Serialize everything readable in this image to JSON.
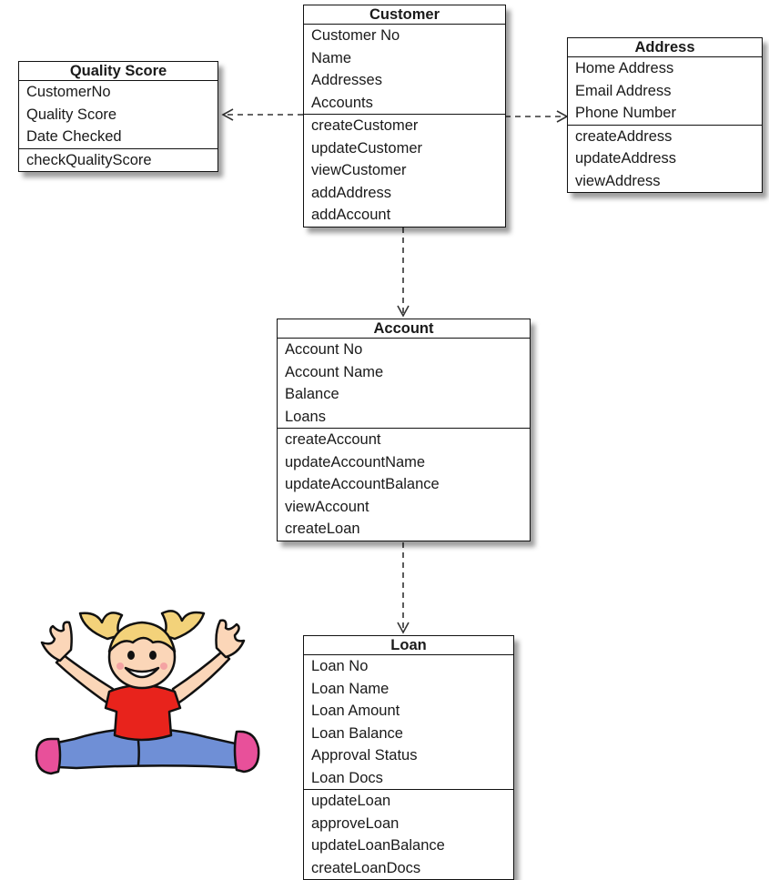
{
  "classes": {
    "customer": {
      "name": "Customer",
      "attributes": [
        "Customer No",
        "Name",
        "Addresses",
        "Accounts"
      ],
      "methods": [
        "createCustomer",
        "updateCustomer",
        "viewCustomer",
        "addAddress",
        "addAccount"
      ]
    },
    "quality_score": {
      "name": "Quality Score",
      "attributes": [
        "CustomerNo",
        "Quality Score",
        "Date Checked"
      ],
      "methods": [
        "checkQualityScore"
      ]
    },
    "address": {
      "name": "Address",
      "attributes": [
        "Home Address",
        "Email Address",
        "Phone Number"
      ],
      "methods": [
        "createAddress",
        "updateAddress",
        "viewAddress"
      ]
    },
    "account": {
      "name": "Account",
      "attributes": [
        "Account No",
        "Account Name",
        "Balance",
        "Loans"
      ],
      "methods": [
        "createAccount",
        "updateAccountName",
        "updateAccountBalance",
        "viewAccount",
        "createLoan"
      ]
    },
    "loan": {
      "name": "Loan",
      "attributes": [
        "Loan No",
        "Loan Name",
        "Loan Amount",
        "Loan Balance",
        "Approval Status",
        "Loan Docs"
      ],
      "methods": [
        "updateLoan",
        "approveLoan",
        "updateLoanBalance",
        "createLoanDocs"
      ]
    }
  },
  "dependencies": [
    {
      "from": "Customer",
      "to": "Quality Score",
      "style": "dashed"
    },
    {
      "from": "Customer",
      "to": "Address",
      "style": "dashed"
    },
    {
      "from": "Customer",
      "to": "Account",
      "style": "dashed"
    },
    {
      "from": "Account",
      "to": "Loan",
      "style": "dashed"
    }
  ],
  "illustration": {
    "icon": "cheerful-girl-clipart",
    "colors": {
      "shirt": "#e8231c",
      "pants": "#6f8fd6",
      "shoes": "#e8509a",
      "hair": "#f3d27a"
    }
  },
  "colors": {
    "box_border": "#111111",
    "box_fill": "#ffffff",
    "connector": "#333333",
    "text": "#1a1a1a"
  }
}
